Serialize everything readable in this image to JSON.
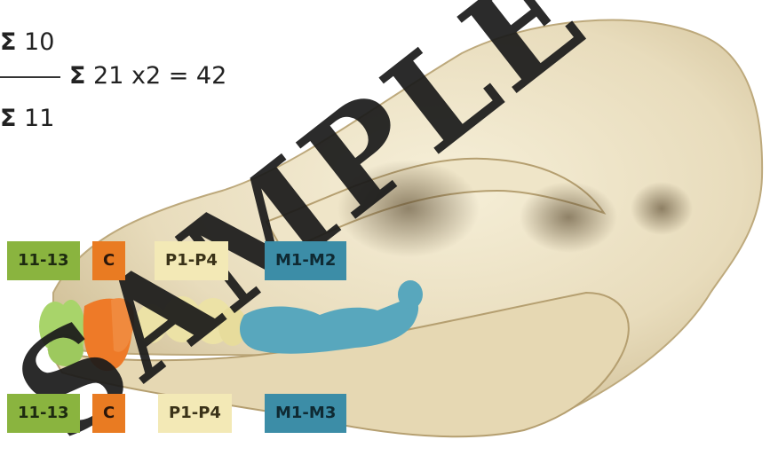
{
  "formula": {
    "upper": "10",
    "lower": "11",
    "total": "21 x2 = 42",
    "sigma": "Σ"
  },
  "upper_labels": [
    {
      "text": "11-13",
      "bg": "#8ab43f",
      "fg": "#1d2a10"
    },
    {
      "text": "C",
      "bg": "#e97b22",
      "fg": "#2a160a"
    },
    {
      "text": "P1-P4",
      "bg": "#f3e9b6",
      "fg": "#3a3218"
    },
    {
      "text": "M1-M2",
      "bg": "#3c8da7",
      "fg": "#0f2a33"
    }
  ],
  "lower_labels": [
    {
      "text": "11-13",
      "bg": "#8ab43f",
      "fg": "#1d2a10"
    },
    {
      "text": "C",
      "bg": "#e97b22",
      "fg": "#2a160a"
    },
    {
      "text": "P1-P4",
      "bg": "#f3e9b6",
      "fg": "#3a3218"
    },
    {
      "text": "M1-M3",
      "bg": "#3c8da7",
      "fg": "#0f2a33"
    }
  ],
  "watermark": {
    "text": "SAMPLE",
    "color": "#1a1a1a"
  },
  "tooth_colors": {
    "incisor": "#a8d46a",
    "canine": "#ee7a28",
    "premolar": "#ece2a6",
    "molar": "#58a7bd"
  }
}
